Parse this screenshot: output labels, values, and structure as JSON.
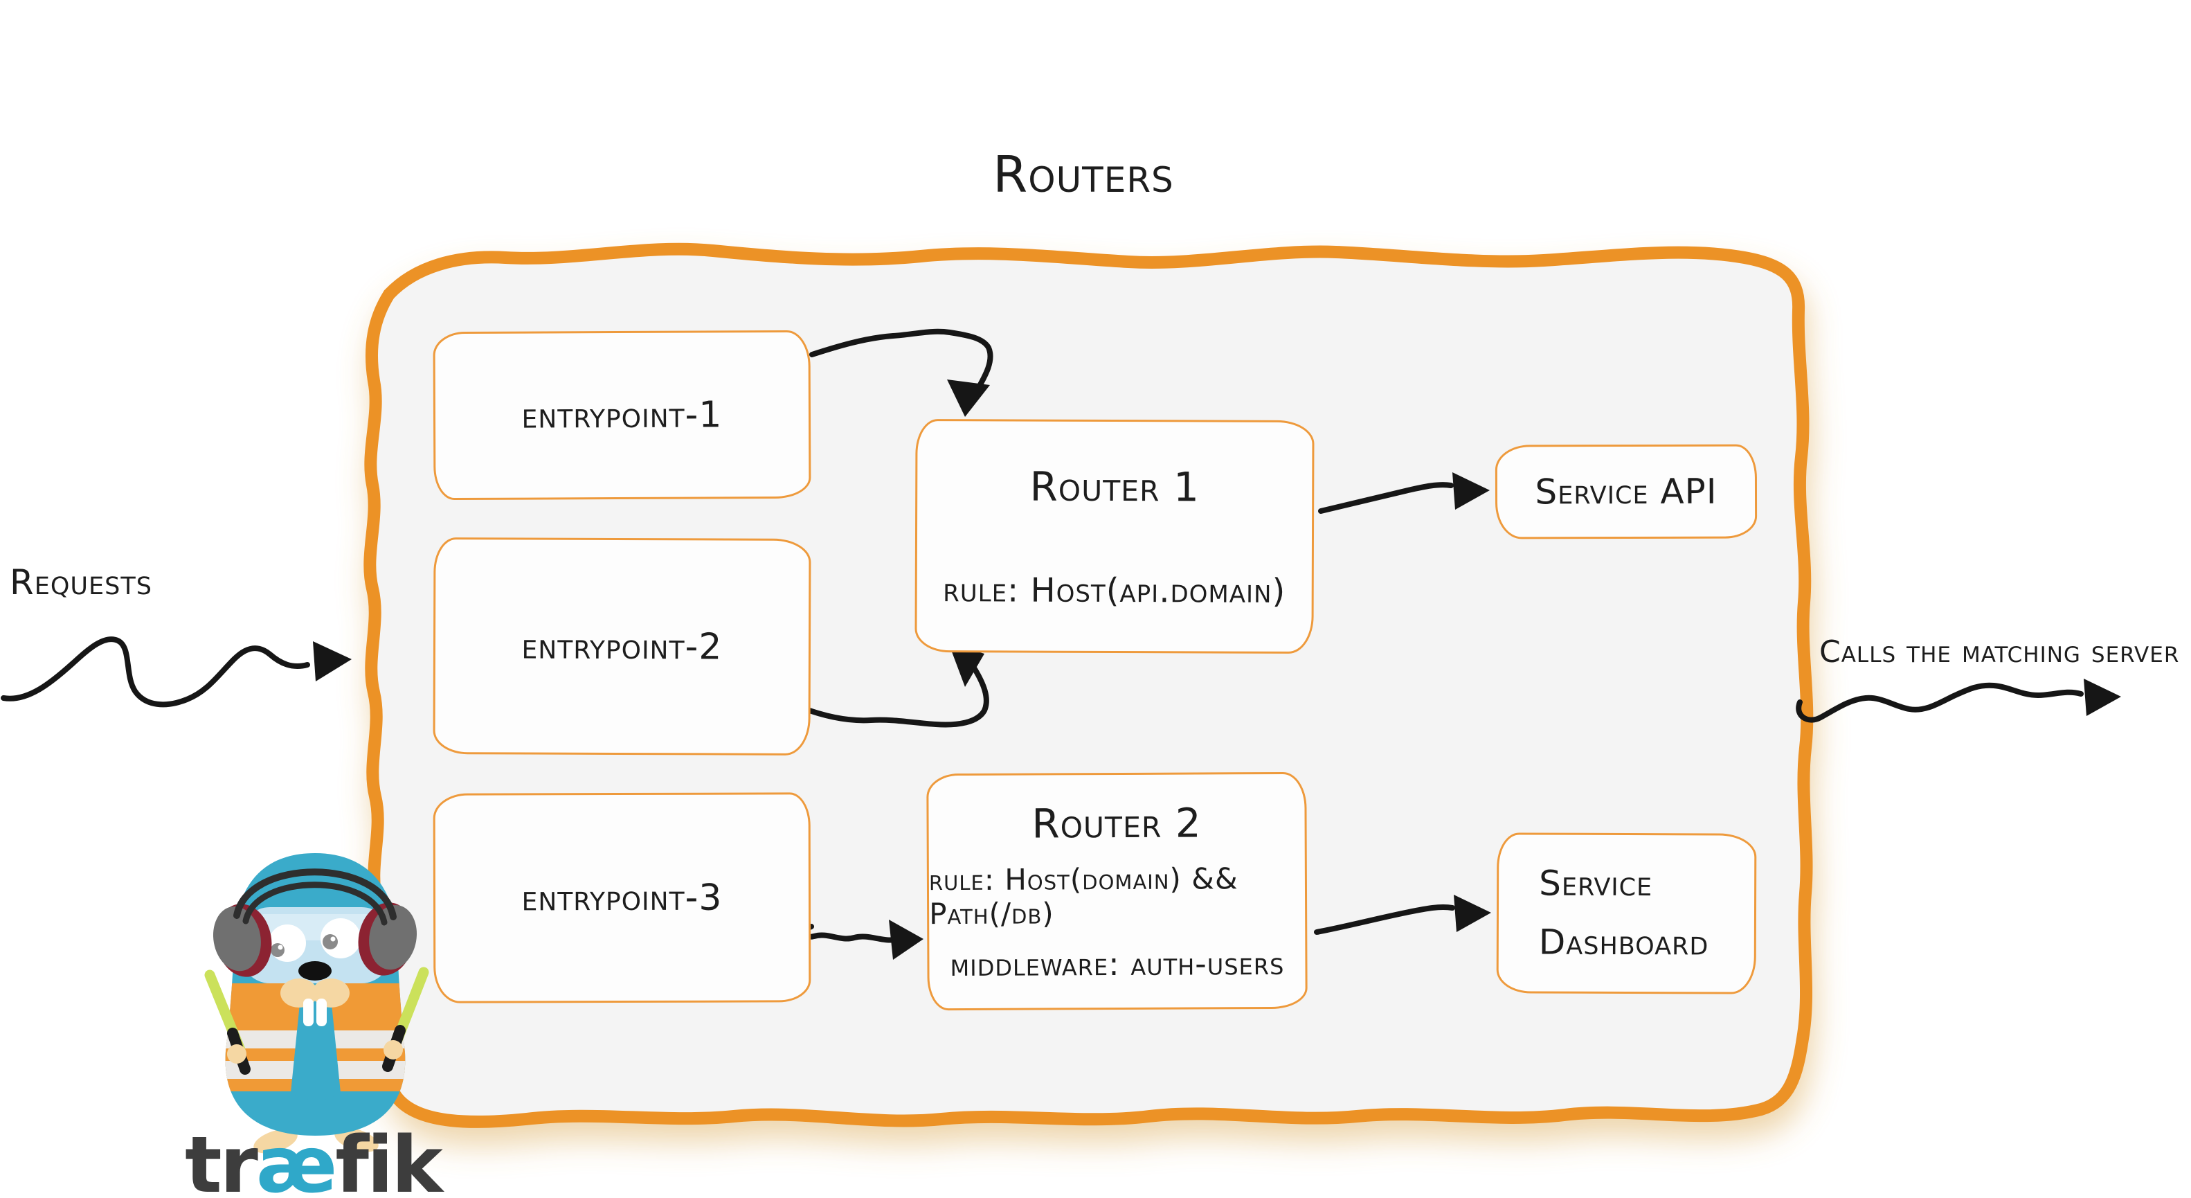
{
  "title": "Routers",
  "labels": {
    "requests": "Requests",
    "calls": "Calls the matching server"
  },
  "nodes": {
    "entrypoints": [
      {
        "label": "entrypoint-1"
      },
      {
        "label": "entrypoint-2"
      },
      {
        "label": "entrypoint-3"
      }
    ],
    "routers": [
      {
        "name": "Router 1",
        "rule": "rule: Host(api.domain)"
      },
      {
        "name": "Router 2",
        "rule": "rule: Host(domain) && Path(/db)",
        "middleware": "middleware: auth-users"
      }
    ],
    "services": [
      {
        "label": "Service API"
      },
      {
        "line1": "Service",
        "line2": "Dashboard"
      }
    ]
  },
  "logo": {
    "pre": "tr",
    "ae": "æ",
    "post": "fik"
  },
  "colors": {
    "panel_border_orange": "#EC9227",
    "node_border_orange": "#EE9A3C",
    "panel_fill": "#F4F4F4",
    "node_fill": "#FDFDFD",
    "ink": "#1D1D1D",
    "arrow_black": "#161616",
    "gopher_blue": "#3AABCA",
    "vest_orange": "#F09A36",
    "stick_green": "#CBE15B",
    "logo_text_gray": "#3D3D3D",
    "logo_ae_blue": "#2FA8C9"
  }
}
